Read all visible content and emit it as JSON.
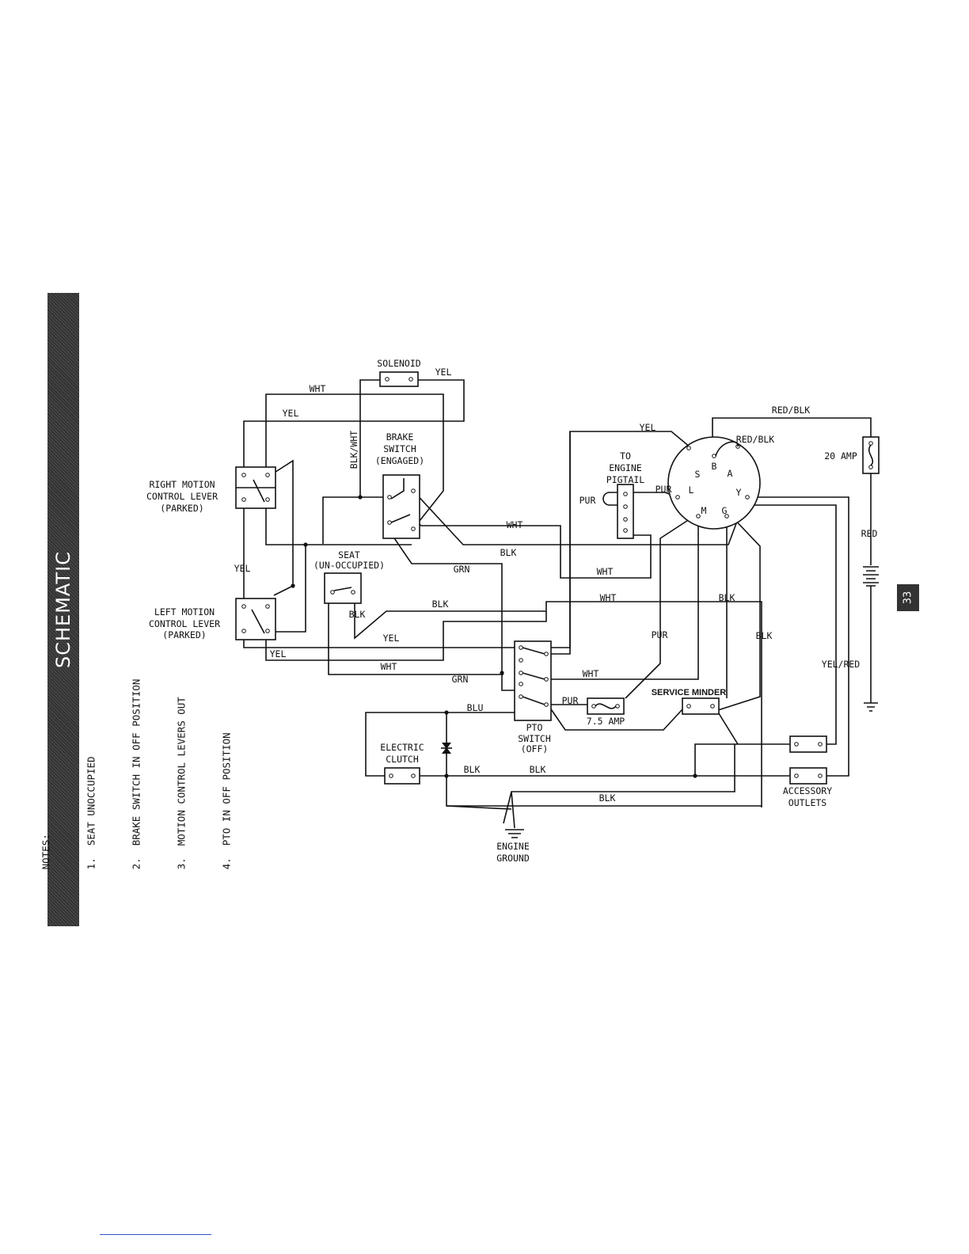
{
  "sidebar": {
    "title": "SCHEMATIC"
  },
  "page_number": "33",
  "notes": {
    "heading": "NOTES:",
    "items": [
      "1.  SEAT UNOCCUPIED",
      "2.  BRAKE SWITCH IN OFF POSITION",
      "3.  MOTION CONTROL LEVERS OUT",
      "4.  PTO IN OFF POSITION"
    ]
  },
  "components": {
    "solenoid": "SOLENOID",
    "brake_switch": [
      "BRAKE",
      "SWITCH",
      "(ENGAGED)"
    ],
    "right_lever": [
      "RIGHT MOTION",
      "CONTROL LEVER",
      "(PARKED)"
    ],
    "left_lever": [
      "LEFT MOTION",
      "CONTROL LEVER",
      "(PARKED)"
    ],
    "seat": [
      "SEAT",
      "(UN-OCCUPIED)"
    ],
    "engine_pigtail": [
      "TO",
      "ENGINE",
      "PIGTAIL"
    ],
    "fuse_20": "20 AMP",
    "fuse_7_5": "7.5 AMP",
    "service_minder": "SERVICE MINDER",
    "pto_switch": [
      "PTO",
      "SWITCH",
      "(OFF)"
    ],
    "electric_clutch": [
      "ELECTRIC",
      "CLUTCH"
    ],
    "accessory_outlets": [
      "ACCESSORY",
      "OUTLETS"
    ],
    "engine_ground": [
      "ENGINE",
      "GROUND"
    ],
    "ignition_terminals": [
      "S",
      "B",
      "A",
      "L",
      "Y",
      "M",
      "G"
    ]
  },
  "wire_labels": {
    "yel_solenoid": "YEL",
    "wht_top": "WHT",
    "yel_top": "YEL",
    "blk_wht": "BLK/WHT",
    "red_blk_top": "RED/BLK",
    "red_blk_b": "RED/BLK",
    "yel_ign": "YEL",
    "pur_pigtail_left": "PUR",
    "pur_pigtail_right": "PUR",
    "red": "RED",
    "wht_brake": "WHT",
    "blk_brake": "BLK",
    "grn_top": "GRN",
    "wht_mid": "WHT",
    "wht_lower": "WHT",
    "blk_ign": "BLK",
    "blk_seat_wire": "BLK",
    "blk_seat": "BLK",
    "yel_left": "YEL",
    "yel_mid": "YEL",
    "yel_bottom": "YEL",
    "pur_mid": "PUR",
    "blk_right": "BLK",
    "yel_red": "YEL/RED",
    "wht_bottom": "WHT",
    "grn_bottom": "GRN",
    "wht_pto": "WHT",
    "pur_pto": "PUR",
    "blu": "BLU",
    "blk_clutch1": "BLK",
    "blk_clutch2": "BLK",
    "blk_ground": "BLK"
  }
}
